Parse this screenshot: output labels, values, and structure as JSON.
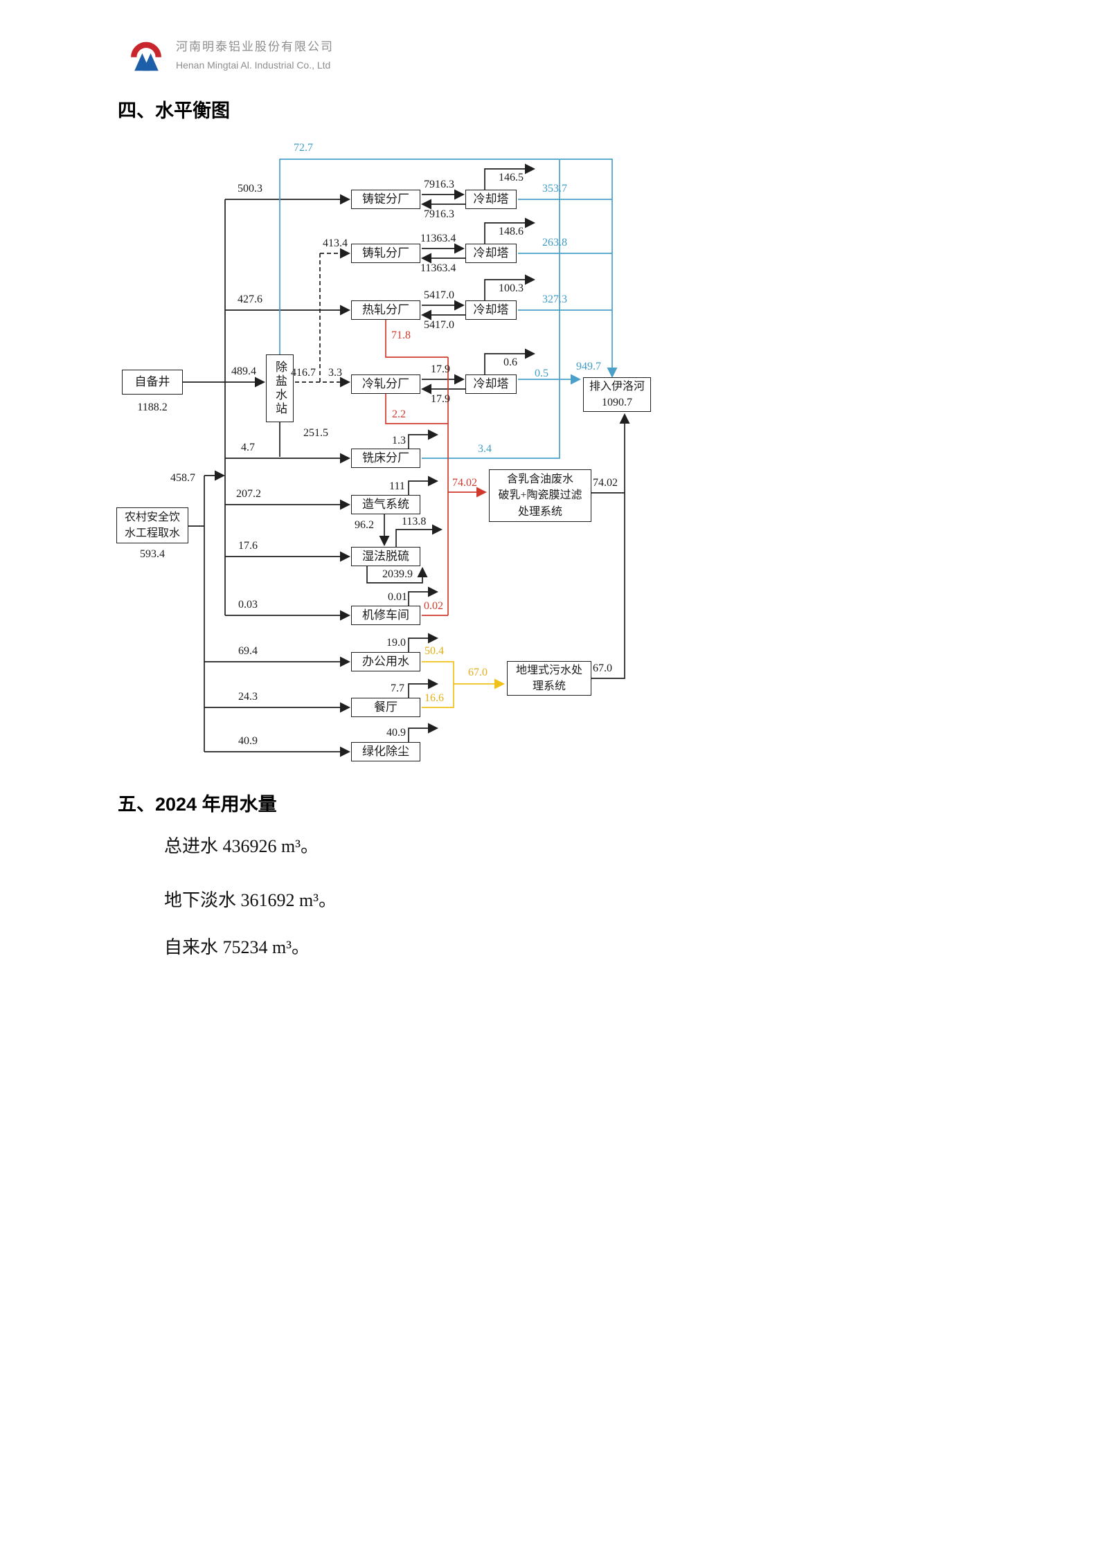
{
  "header": {
    "company_cn": "河南明泰铝业股份有限公司",
    "company_en": "Henan Mingtai Al. Industrial Co., Ltd"
  },
  "section4": {
    "title": "四、水平衡图"
  },
  "section5": {
    "title": "五、2024 年用水量",
    "lines": [
      "总进水 436926 m³。",
      "地下淡水 361692 m³。",
      "自来水 75234 m³。"
    ]
  },
  "diagram": {
    "colors": {
      "line_black": "#1f1f1f",
      "flow_blue": "#4aa0c9",
      "flow_red": "#cf3a2c",
      "flow_yellow": "#f0c119",
      "logo_red": "#c8252c",
      "logo_blue": "#1c5ea8"
    },
    "nodes": {
      "well": "自备井",
      "well_value": "1188.2",
      "rural_line1": "农村安全饮",
      "rural_line2": "水工程取水",
      "rural_value": "593.4",
      "desal": "除盐水站",
      "casting": "铸锭分厂",
      "castroll": "铸轧分厂",
      "hotroll": "热轧分厂",
      "coldroll": "冷轧分厂",
      "cooling_tower": "冷却塔",
      "milling": "铣床分厂",
      "gasgen": "造气系统",
      "desulf": "湿法脱硫",
      "repair": "机修车间",
      "office": "办公用水",
      "canteen": "餐厅",
      "greening": "绿化除尘",
      "emulsion_line1": "含乳含油废水",
      "emulsion_line2": "破乳+陶瓷膜过滤",
      "emulsion_line3": "处理系统",
      "underground_line1": "地埋式污水处",
      "underground_line2": "理系统",
      "river": "排入伊洛河",
      "river_value": "1090.7"
    },
    "flows": {
      "top_out": "72.7",
      "casting_in": "500.3",
      "casting_supply": "7916.3",
      "casting_return": "7916.3",
      "tower1_evap": "146.5",
      "tower1_out": "353.7",
      "castroll_in": "413.4",
      "castroll_supply": "11363.4",
      "castroll_return": "11363.4",
      "tower2_evap": "148.6",
      "tower2_out": "263.8",
      "hotroll_in": "427.6",
      "hotroll_supply": "5417.0",
      "hotroll_return": "5417.0",
      "tower3_evap": "100.3",
      "tower3_out": "327.3",
      "hotroll_waste": "71.8",
      "desal_in": "489.4",
      "desal_out": "416.7",
      "coldroll_in": "3.3",
      "coldroll_supply": "17.9",
      "coldroll_return": "17.9",
      "tower4_evap": "0.6",
      "tower4_out": "0.5",
      "river_in": "949.7",
      "coldroll_waste": "2.2",
      "desal_down": "251.5",
      "milling_in": "4.7",
      "milling_evap": "1.3",
      "milling_out": "3.4",
      "rural_up": "458.7",
      "gasgen_in": "207.2",
      "gasgen_evap": "111",
      "emulsion_in": "74.02",
      "emulsion_out": "74.02",
      "desulf_feed": "96.2",
      "desulf_evap": "113.8",
      "desulf_in": "17.6",
      "desulf_circulation": "2039.9",
      "repair_in": "0.03",
      "repair_evap": "0.01",
      "repair_waste": "0.02",
      "office_in": "69.4",
      "office_evap": "19.0",
      "office_out": "50.4",
      "sewage_in": "67.0",
      "sewage_out": "67.0",
      "canteen_in": "24.3",
      "canteen_evap": "7.7",
      "canteen_out": "16.6",
      "greening_in": "40.9",
      "greening_evap": "40.9"
    }
  }
}
